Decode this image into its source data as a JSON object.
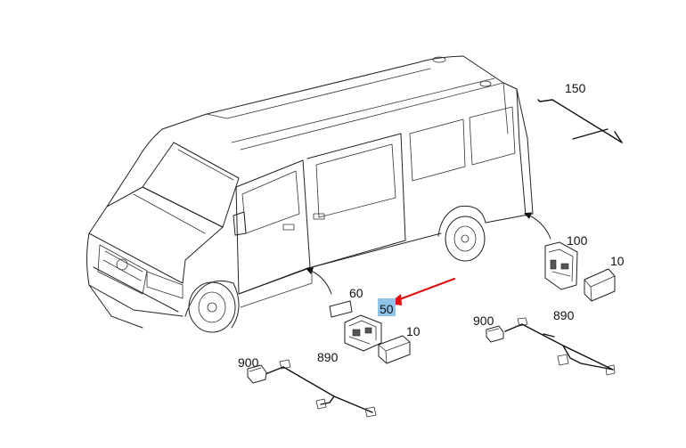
{
  "callouts": {
    "c150": "150",
    "c100": "100",
    "c10_right": "10",
    "c60": "60",
    "c50": "50",
    "c10_center": "10",
    "c900_right": "900",
    "c890_right": "890",
    "c900_left": "900",
    "c890_left": "890"
  },
  "highlight": {
    "label_background": "#8ec3ea",
    "pointer_arrow_color": "#e01010"
  }
}
